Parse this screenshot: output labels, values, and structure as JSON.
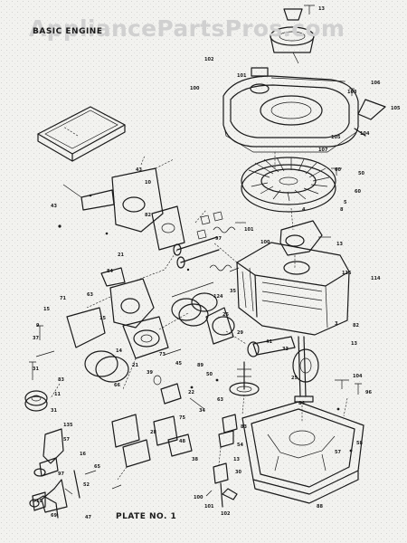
{
  "watermark": "AppliancePartsPros.com",
  "header": "BASIC ENGINE",
  "plate_label": "PLATE NO. 1",
  "callouts": [
    "13",
    "102",
    "101",
    "106",
    "105",
    "103",
    "100",
    "104",
    "105",
    "107",
    "60",
    "50",
    "60",
    "5",
    "4",
    "8",
    "101",
    "100",
    "13",
    "114",
    "115",
    "3",
    "82",
    "13",
    "9",
    "37",
    "43",
    "43",
    "10",
    "84",
    "71",
    "15",
    "31",
    "83",
    "11",
    "31",
    "135",
    "57",
    "16",
    "65",
    "97",
    "52",
    "19",
    "69",
    "47",
    "82",
    "21",
    "63",
    "15",
    "14",
    "21",
    "66",
    "39",
    "73",
    "45",
    "89",
    "22",
    "34",
    "75",
    "28",
    "48",
    "38",
    "29",
    "25",
    "50",
    "63",
    "83",
    "54",
    "13",
    "30",
    "100",
    "101",
    "102",
    "88",
    "57",
    "58",
    "96",
    "104",
    "84",
    "124",
    "35",
    "41",
    "33",
    "25",
    "97"
  ]
}
